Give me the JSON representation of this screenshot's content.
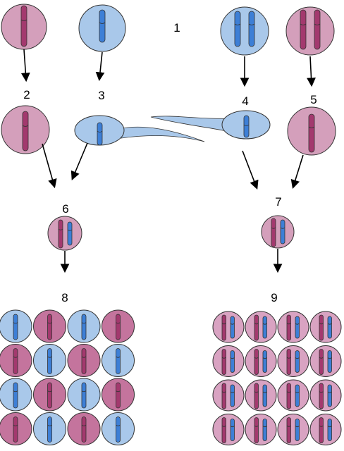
{
  "labels": {
    "l1": "1",
    "l2": "2",
    "l3": "3",
    "l4": "4",
    "l5": "5",
    "l6": "6",
    "l7": "7",
    "l8": "8",
    "l9": "9"
  },
  "colors": {
    "pink_cell": "#d49fbb",
    "pink_grid_cell": "#c4749d",
    "pink_grid_cell_9": "#d9a3c2",
    "blue_cell": "#a9c8ea",
    "magenta_chromosome": "#a3396e",
    "blue_chromosome": "#3d7fd6",
    "outline": "#333333"
  },
  "grids": {
    "grid8": {
      "rows": 4,
      "cols": 4
    },
    "grid9": {
      "rows": 4,
      "cols": 4
    }
  }
}
